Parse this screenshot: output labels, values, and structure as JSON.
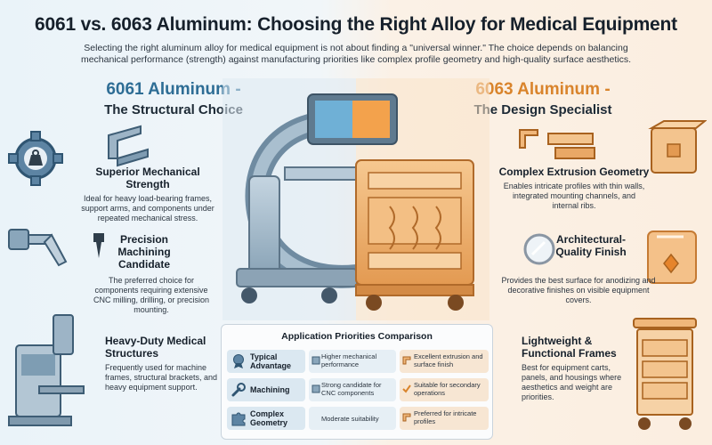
{
  "header": {
    "title": "6061 vs. 6063 Aluminum: Choosing the Right Alloy for Medical Equipment",
    "subtitle": "Selecting the right aluminum alloy for medical equipment is not about finding a \"universal winner.\" The choice depends on balancing mechanical performance (strength) against manufacturing priorities like complex profile geometry and high-quality surface aesthetics."
  },
  "left": {
    "heading": "6061 Aluminum -",
    "subheading": "The Structural Choice",
    "features": [
      {
        "title": "Superior Mechanical Strength",
        "desc": "Ideal for heavy load-bearing frames, support arms, and components under repeated mechanical stress.",
        "icon": "gear-weight-icon"
      },
      {
        "title": "Precision Machining Candidate",
        "desc": "The preferred choice for components requiring extensive CNC milling, drilling, or precision mounting.",
        "icon": "cnc-tool-icon"
      },
      {
        "title": "Heavy-Duty Medical Structures",
        "desc": "Frequently used for machine frames, structural brackets, and heavy equipment support.",
        "icon": "medical-machine-icon"
      }
    ]
  },
  "right": {
    "heading": "6063 Aluminum -",
    "subheading": "The Design Specialist",
    "features": [
      {
        "title": "Complex Extrusion Geometry",
        "desc": "Enables intricate profiles with thin walls, integrated mounting channels, and internal ribs.",
        "icon": "extrusion-profile-icon"
      },
      {
        "title": "Architectural-Quality Finish",
        "desc": "Provides the best surface for anodizing and decorative finishes on visible equipment covers.",
        "icon": "surface-finish-icon"
      },
      {
        "title": "Lightweight & Functional Frames",
        "desc": "Best for equipment carts, panels, and housings where aesthetics and weight are priorities.",
        "icon": "medical-cart-icon"
      }
    ]
  },
  "comparison": {
    "title": "Application Priorities Comparison",
    "rows": [
      {
        "label": "Typical Advantage",
        "a6061": "Higher mechanical performance",
        "a6063": "Excellent extrusion and surface finish",
        "icon": "award-ribbon-icon"
      },
      {
        "label": "Machining",
        "a6061": "Strong candidate for CNC components",
        "a6063": "Suitable for secondary operations",
        "icon": "wrench-icon"
      },
      {
        "label": "Complex Geometry",
        "a6061": "Moderate suitability",
        "a6063": "Preferred for intricate profiles",
        "icon": "puzzle-icon"
      }
    ]
  },
  "colors": {
    "blue_accent": "#2e6d95",
    "orange_accent": "#d9842c",
    "steel": "#7f99ad",
    "aluminum_warm": "#e9a866"
  }
}
